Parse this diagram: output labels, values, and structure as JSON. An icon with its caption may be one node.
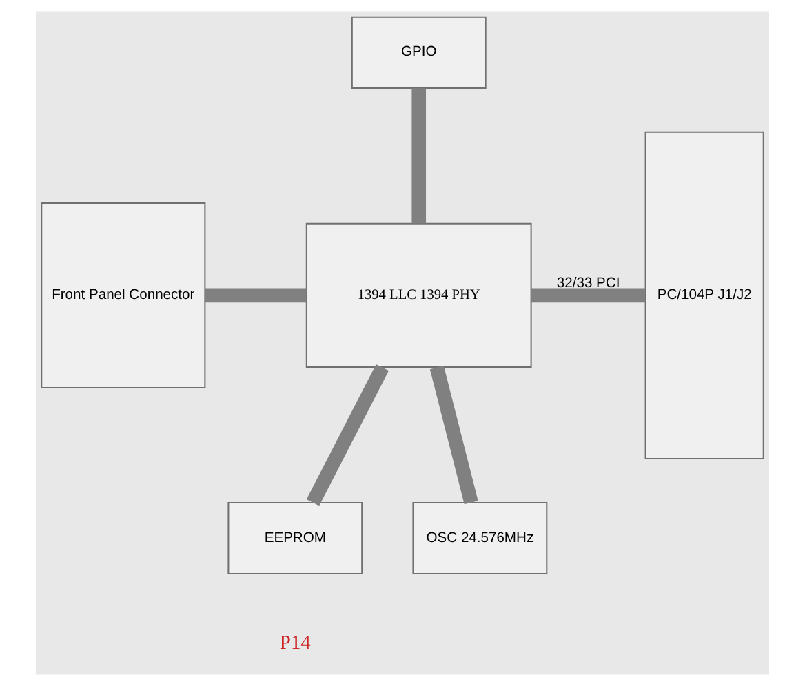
{
  "diagram": {
    "nodes": [
      {
        "text": [
          "GPIO"
        ]
      },
      {
        "text": [
          "Front Panel Connector"
        ]
      },
      {
        "text": [
          "1394 LLC 1394 PHY"
        ]
      },
      {
        "text": [
          "PC/104P J1/J2"
        ]
      },
      {
        "text": [
          "EEPROM"
        ]
      },
      {
        "text": [
          "OSC 24.576MHz"
        ]
      }
    ],
    "edges": [
      {
        "from": 1,
        "to": 2,
        "arrow": "none"
      },
      {
        "from": 0,
        "to": 2,
        "arrow": "none"
      },
      {
        "from": 2,
        "to": 3,
        "arrow": "none",
        "label": "32/33 PCI"
      },
      {
        "from": 2,
        "to": 4,
        "arrow": "none"
      },
      {
        "from": 2,
        "to": 5,
        "arrow": "none"
      }
    ],
    "labels": [
      "P14"
    ]
  }
}
